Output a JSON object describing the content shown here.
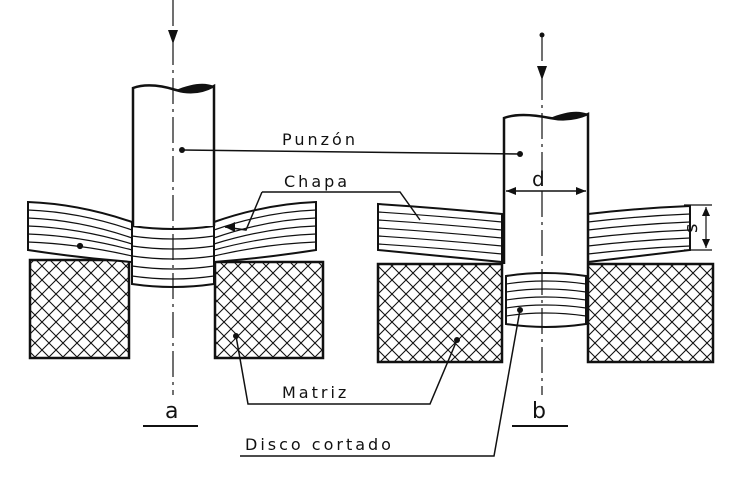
{
  "labels": {
    "punch": "Punzón",
    "sheet": "Chapa",
    "die": "Matriz",
    "cut_disc": "Disco cortado",
    "diameter": "d",
    "thickness": "s"
  },
  "panels": {
    "left": "a",
    "right": "b"
  },
  "colors": {
    "ink": "#111111",
    "paper": "#ffffff"
  }
}
